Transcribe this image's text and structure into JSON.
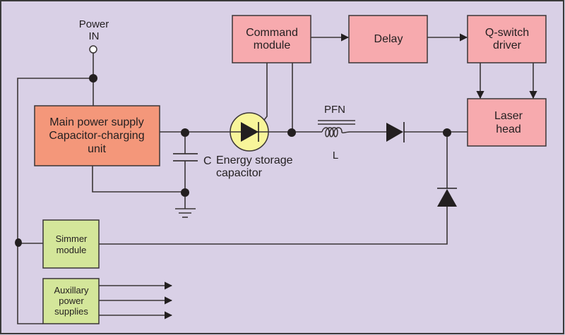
{
  "colors": {
    "background": "#d9d0e6",
    "border": "#3a3a3a",
    "wire": "#3a3536",
    "main_supply_fill": "#f4977a",
    "pink_block_fill": "#f7aaae",
    "green_block_fill": "#d4e69a",
    "thyristor_fill": "#f8f59a"
  },
  "labels": {
    "power_in_line1": "Power",
    "power_in_line2": "IN",
    "capacitor_symbol": "C",
    "energy_storage_line1": "Energy storage",
    "energy_storage_line2": "capacitor",
    "pfn": "PFN",
    "inductor_symbol": "L"
  },
  "blocks": {
    "main_power_supply": {
      "line1": "Main power supply",
      "line2": "Capacitor-charging",
      "line3": "unit"
    },
    "command_module": {
      "line1": "Command",
      "line2": "module"
    },
    "delay": {
      "line1": "Delay"
    },
    "q_switch_driver": {
      "line1": "Q-switch",
      "line2": "driver"
    },
    "laser_head": {
      "line1": "Laser",
      "line2": "head"
    },
    "simmer_module": {
      "line1": "Simmer",
      "line2": "module"
    },
    "auxiliary_power_supplies": {
      "line1": "Auxillary",
      "line2": "power",
      "line3": "supplies"
    }
  }
}
